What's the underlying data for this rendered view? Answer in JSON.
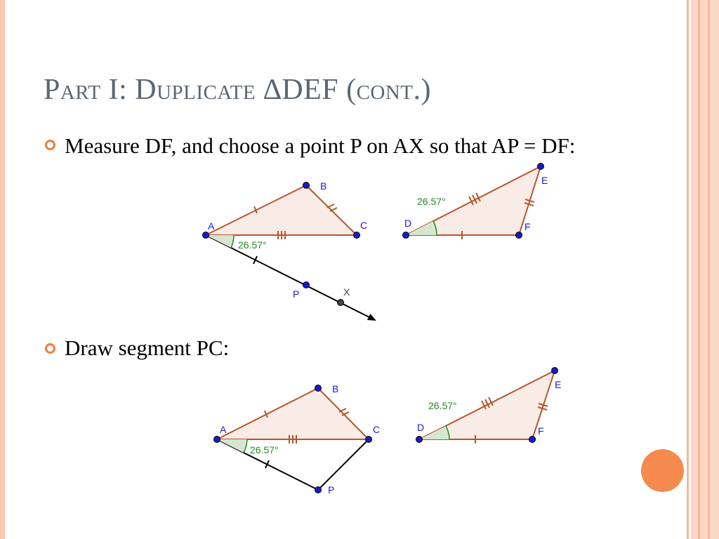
{
  "title": "Part I: Duplicate ∆DEF (cont.)",
  "bullets": [
    {
      "text": "Measure DF, and choose a point P on AX so that AP = DF:"
    },
    {
      "text": "Draw segment PC:"
    }
  ],
  "figure1": {
    "labels": {
      "A": "A",
      "B": "B",
      "C": "C",
      "P": "P",
      "X": "X",
      "D": "D",
      "E": "E",
      "F": "F"
    },
    "angle_abc": "26.57°",
    "angle_def": "26.57°"
  },
  "figure2": {
    "labels": {
      "A": "A",
      "B": "B",
      "C": "C",
      "P": "P",
      "D": "D",
      "E": "E",
      "F": "F"
    },
    "angle_abc": "26.57°",
    "angle_def": "26.57°"
  },
  "colors": {
    "accent": "#f07c3c",
    "triangle_fill": "#f9ebe6",
    "triangle_stroke": "#b5562c",
    "point": "#1a1acc",
    "angle_text": "#228822",
    "title": "#5b6671"
  }
}
